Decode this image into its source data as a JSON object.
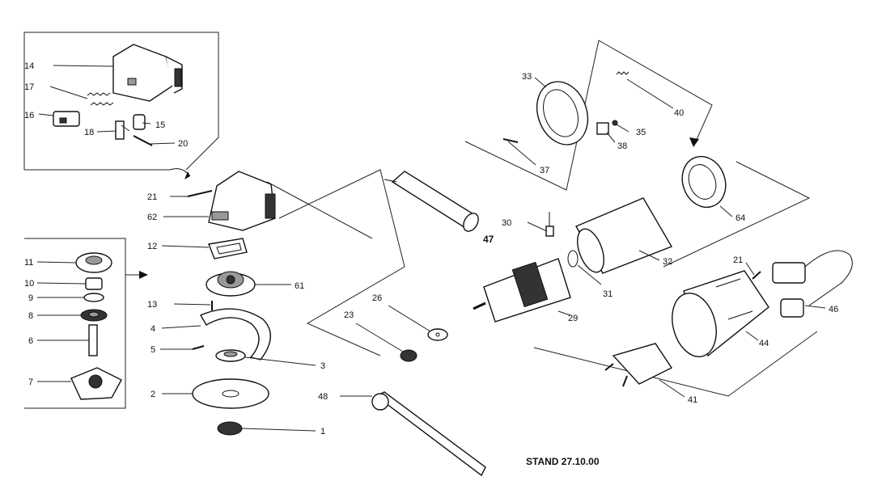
{
  "diagram": {
    "stand": "STAND 27.10.00",
    "labels": {
      "p1": "1",
      "p2": "2",
      "p3": "3",
      "p4": "4",
      "p5": "5",
      "p6": "6",
      "p7": "7",
      "p8": "8",
      "p9": "9",
      "p10": "10",
      "p11": "11",
      "p12": "12",
      "p13": "13",
      "p14": "14",
      "p15": "15",
      "p16": "16",
      "p17": "17",
      "p18": "18",
      "p20": "20",
      "p21a": "21",
      "p21b": "21",
      "p23": "23",
      "p26": "26",
      "p29": "29",
      "p30": "30",
      "p31": "31",
      "p32": "32",
      "p33": "33",
      "p35": "35",
      "p37": "37",
      "p38": "38",
      "p40": "40",
      "p41": "41",
      "p44": "44",
      "p46": "46",
      "p47": "47",
      "p48": "48",
      "p61": "61",
      "p62": "62",
      "p64": "64"
    }
  }
}
